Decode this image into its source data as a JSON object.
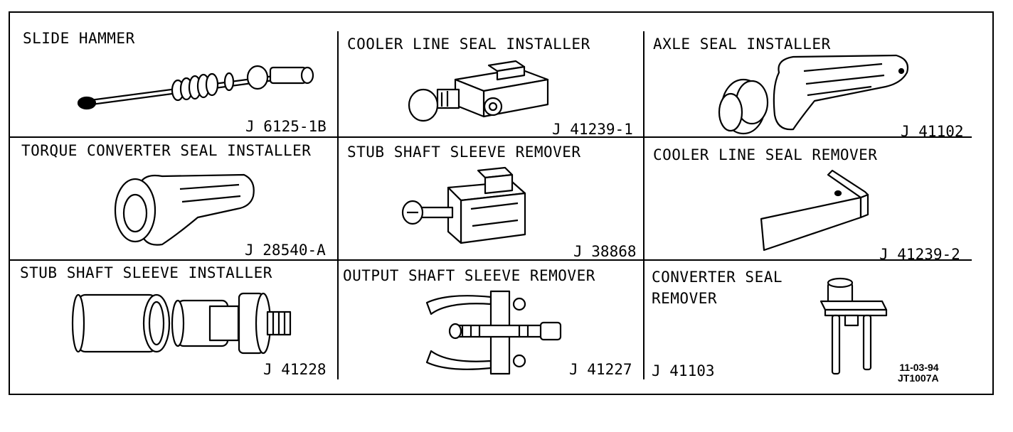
{
  "tools": [
    {
      "id": "slide-hammer",
      "name": "SLIDE HAMMER",
      "part_number": "J 6125-1B",
      "icon": "slide-hammer-icon"
    },
    {
      "id": "cooler-line-seal-installer",
      "name": "COOLER LINE SEAL INSTALLER",
      "part_number": "J 41239-1",
      "icon": "cooler-line-seal-installer-icon"
    },
    {
      "id": "axle-seal-installer",
      "name": "AXLE SEAL INSTALLER",
      "part_number": "J 41102",
      "icon": "axle-seal-installer-icon"
    },
    {
      "id": "torque-converter-seal-installer",
      "name": "TORQUE CONVERTER SEAL INSTALLER",
      "part_number": "J 28540-A",
      "icon": "torque-converter-seal-installer-icon"
    },
    {
      "id": "stub-shaft-sleeve-remover",
      "name": "STUB SHAFT SLEEVE REMOVER",
      "part_number": "J 38868",
      "icon": "stub-shaft-sleeve-remover-icon"
    },
    {
      "id": "cooler-line-seal-remover",
      "name": "COOLER LINE SEAL REMOVER",
      "part_number": "J 41239-2",
      "icon": "cooler-line-seal-remover-icon"
    },
    {
      "id": "stub-shaft-sleeve-installer",
      "name": "STUB SHAFT SLEEVE INSTALLER",
      "part_number": "J 41228",
      "icon": "stub-shaft-sleeve-installer-icon"
    },
    {
      "id": "output-shaft-sleeve-remover",
      "name": "OUTPUT SHAFT SLEEVE REMOVER",
      "part_number": "J 41227",
      "icon": "output-shaft-sleeve-remover-icon"
    },
    {
      "id": "converter-seal-remover",
      "name_line1": "CONVERTER SEAL",
      "name_line2": "REMOVER",
      "part_number": "J 41103",
      "icon": "converter-seal-remover-icon"
    }
  ],
  "stamp": {
    "date": "11-03-94",
    "code": "JT1007A"
  }
}
